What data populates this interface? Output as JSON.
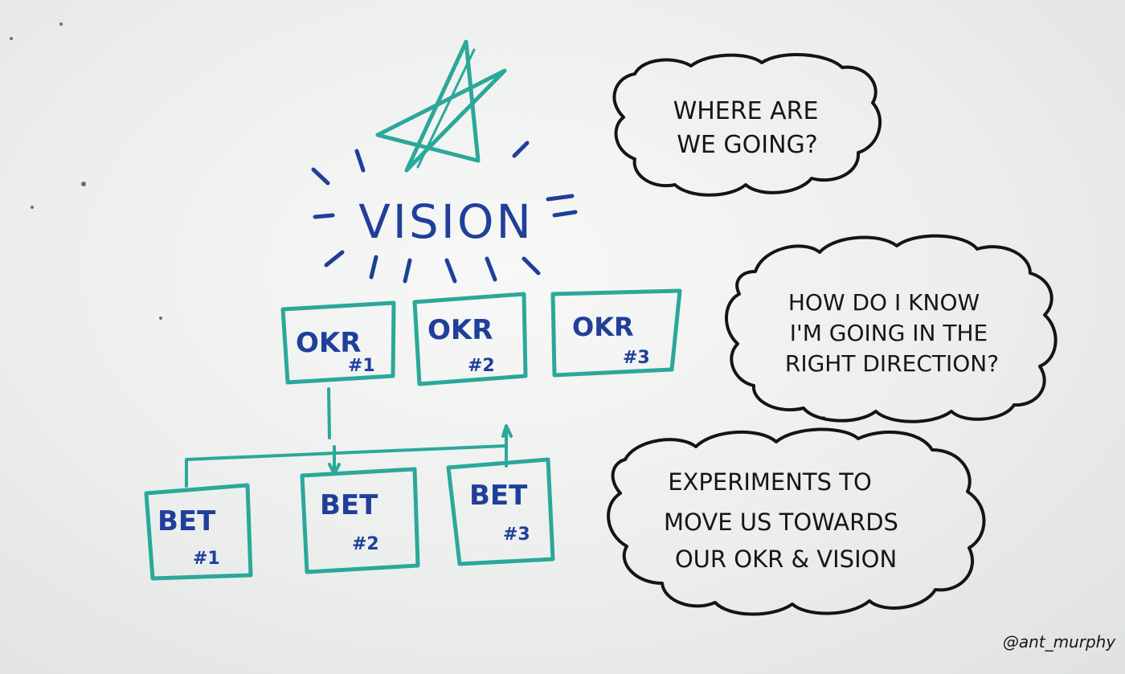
{
  "vision": {
    "label": "VISION"
  },
  "okrs": [
    {
      "title": "OKR",
      "number": "#1"
    },
    {
      "title": "OKR",
      "number": "#2"
    },
    {
      "title": "OKR",
      "number": "#3"
    }
  ],
  "bets": [
    {
      "title": "BET",
      "number": "#1"
    },
    {
      "title": "BET",
      "number": "#2"
    },
    {
      "title": "BET",
      "number": "#3"
    }
  ],
  "callouts": {
    "vision": [
      "WHERE ARE",
      "WE GOING?"
    ],
    "okr": [
      "HOW DO I KNOW",
      "I'M GOING IN THE",
      "RIGHT DIRECTION?"
    ],
    "bet": [
      "EXPERIMENTS TO",
      "MOVE US TOWARDS",
      "OUR OKR & VISION"
    ]
  },
  "signature": "@ant_murphy",
  "colors": {
    "blue_ink": "#1f3f9a",
    "teal_ink": "#2aa89a",
    "black_ink": "#161616",
    "board": "#eceeed"
  }
}
